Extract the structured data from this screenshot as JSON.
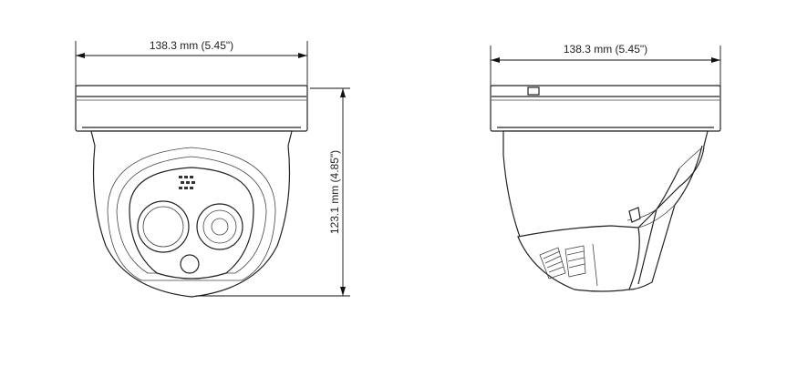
{
  "dimensions": {
    "front_width_label": "138.3 mm  (5.45\")",
    "side_width_label": "138.3 mm (5.45\")",
    "height_label": "123.1 mm (4.85\")"
  },
  "colors": {
    "line": "#222222",
    "background": "#ffffff"
  }
}
